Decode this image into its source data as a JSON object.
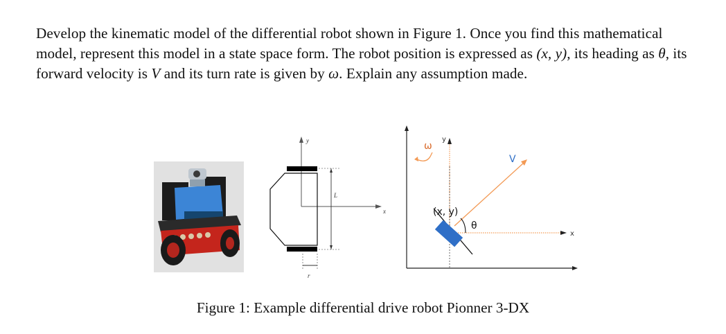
{
  "paragraph": {
    "t1": "Develop the kinematic model of the differential robot shown in Figure 1.  Once you find this mathematical model, represent this model in a state space form. The robot position is expressed as ",
    "m1": "(x, y)",
    "t2": ", its heading as ",
    "m2": "θ",
    "t3": ", its forward velocity is ",
    "m3": "V",
    "t4": " and its turn rate is given by ",
    "m4": "ω",
    "t5": ".  Explain any assumption made."
  },
  "diagram_labels": {
    "y_axis": "y",
    "x_axis": "x",
    "length": "L",
    "radius": "r"
  },
  "plot_labels": {
    "omega": "ω",
    "y_axis": "y",
    "velocity": "V",
    "position": "(x, y)",
    "heading": "θ",
    "x_axis": "x"
  },
  "caption": "Figure 1: Example differential drive robot Pionner 3-DX",
  "colors": {
    "orange": "#f39a55",
    "robot_blue": "#2f6fc7",
    "robot_red": "#c4251c"
  }
}
